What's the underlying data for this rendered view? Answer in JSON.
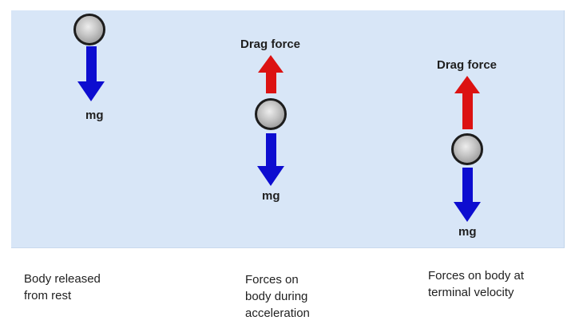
{
  "colors": {
    "panel_bg": "#d8e6f7",
    "arrow_down": "#0d0dd0",
    "arrow_up": "#dc1212",
    "text": "#1f1f1f",
    "ball_outline": "#1d1d1d"
  },
  "diagram": {
    "panels": [
      {
        "mg_label": "mg",
        "caption_lines": [
          "Body released",
          "from rest"
        ]
      },
      {
        "drag_label": "Drag force",
        "mg_label": "mg",
        "caption_lines": [
          "Forces on",
          "body during",
          "acceleration"
        ]
      },
      {
        "drag_label": "Drag force",
        "mg_label": "mg",
        "caption_lines": [
          "Forces on body at",
          "terminal velocity"
        ]
      }
    ]
  }
}
